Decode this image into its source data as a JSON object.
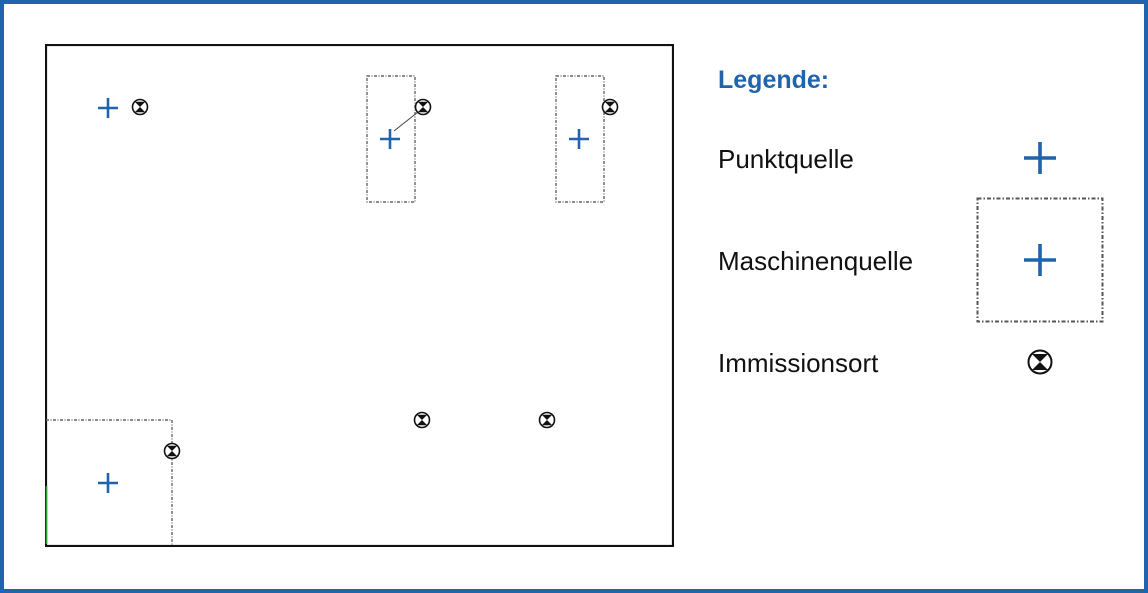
{
  "legend": {
    "title": "Legende:",
    "items": [
      {
        "label": "Punktquelle",
        "icon": "point-source-icon"
      },
      {
        "label": "Maschinenquelle",
        "icon": "machine-source-icon"
      },
      {
        "label": "Immissionsort",
        "icon": "immission-point-icon"
      }
    ]
  },
  "colors": {
    "frame_border": "#1f64ad",
    "source_cross": "#1f64ad",
    "title": "#1f64ad",
    "diagram_border": "#111111",
    "machine_outline": "#666666"
  }
}
